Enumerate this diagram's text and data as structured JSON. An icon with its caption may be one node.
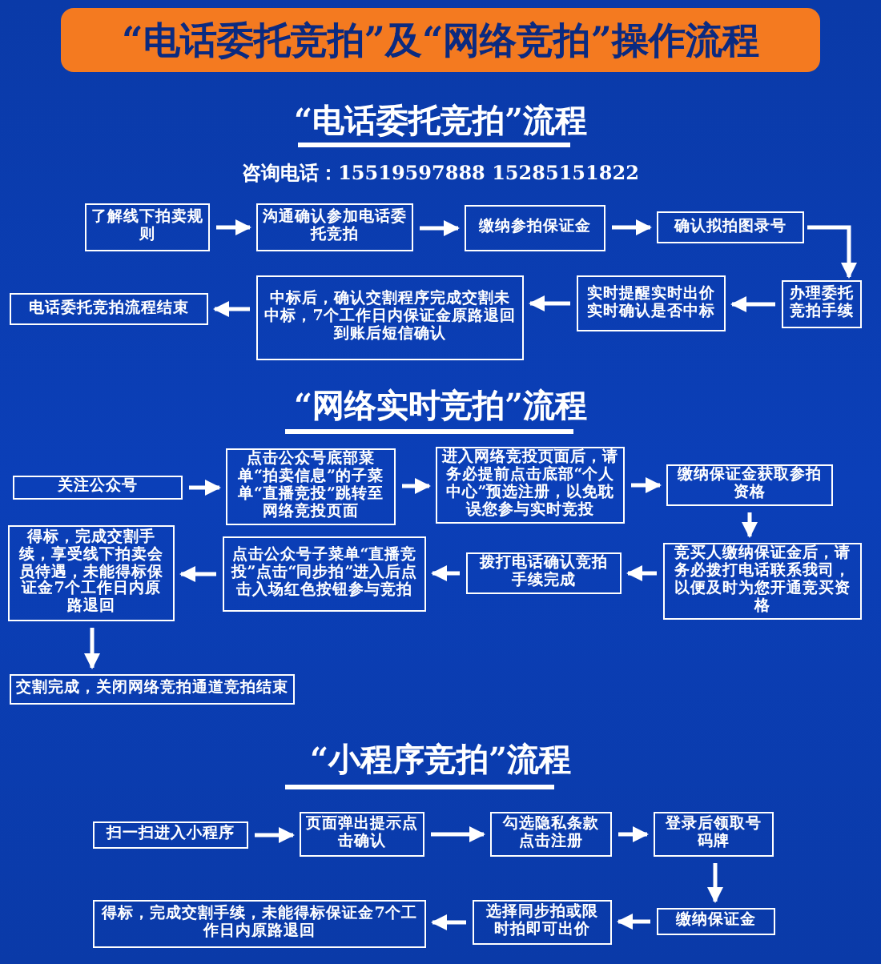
{
  "diagram": {
    "title": "“电话委托竞拍”及“网络竞拍”操作流程",
    "nodes": [
      {
        "text": [
          "了解线下拍卖规则"
        ]
      },
      {
        "text": [
          "沟通确认参加电话委托竞拍"
        ]
      },
      {
        "text": [
          "缴纳参拍保证金"
        ]
      },
      {
        "text": [
          "确认拟拍图录号"
        ]
      },
      {
        "text": [
          "办理委托竞拍手续"
        ]
      },
      {
        "text": [
          "实时提醒实时出价实时确认是否中标"
        ]
      },
      {
        "text": [
          "中标后，确认交割程序完成交割未中标，7个工作日内保证金原路退回到账后短信确认"
        ]
      },
      {
        "text": [
          "电话委托竞拍流程结束"
        ]
      },
      {
        "text": [
          "关注公众号"
        ]
      },
      {
        "text": [
          "点击公众号底部菜单“拍卖信息”的子菜单“直播竞投”跳转至网络竞投页面"
        ]
      },
      {
        "text": [
          "进入网络竞投页面后，请务必提前点击底部“个人中心”预选注册，以免耽误您参与实时竞投"
        ]
      },
      {
        "text": [
          "缴纳保证金获取参拍资格"
        ]
      },
      {
        "text": [
          "竞买人缴纳保证金后，请务必拨打电话联系我司，以便及时为您开通竞买资格"
        ]
      },
      {
        "text": [
          "拨打电话确认竞拍手续完成"
        ]
      },
      {
        "text": [
          "点击公众号子菜单“直播竞投”点击“同步拍”进入后点击入场红色按钮参与竞拍"
        ]
      },
      {
        "text": [
          "得标，完成交割手续，享受线下拍卖会员待遇，未能得标保证金7个工作日内原路退回"
        ]
      },
      {
        "text": [
          "交割完成，关闭网络竞拍通道竞拍结束"
        ]
      },
      {
        "text": [
          "扫一扫进入小程序"
        ]
      },
      {
        "text": [
          "页面弹出提示点击确认"
        ]
      },
      {
        "text": [
          "勾选隐私条款点击注册"
        ]
      },
      {
        "text": [
          "登录后领取号码牌"
        ]
      },
      {
        "text": [
          "缴纳保证金"
        ]
      },
      {
        "text": [
          "选择同步拍或限时拍即可出价"
        ]
      },
      {
        "text": [
          "得标，完成交割手续，未能得标保证金7个工作日内原路退回"
        ]
      }
    ],
    "edges": [
      {
        "from": 0,
        "to": 1,
        "arrow": "to"
      },
      {
        "from": 1,
        "to": 2,
        "arrow": "to"
      },
      {
        "from": 2,
        "to": 3,
        "arrow": "to"
      },
      {
        "from": 3,
        "to": 4,
        "arrow": "to"
      },
      {
        "from": 4,
        "to": 5,
        "arrow": "to"
      },
      {
        "from": 5,
        "to": 6,
        "arrow": "to"
      },
      {
        "from": 6,
        "to": 7,
        "arrow": "to"
      },
      {
        "from": 8,
        "to": 9,
        "arrow": "to"
      },
      {
        "from": 9,
        "to": 10,
        "arrow": "to"
      },
      {
        "from": 10,
        "to": 11,
        "arrow": "to"
      },
      {
        "from": 11,
        "to": 12,
        "arrow": "to"
      },
      {
        "from": 12,
        "to": 13,
        "arrow": "to"
      },
      {
        "from": 13,
        "to": 14,
        "arrow": "to"
      },
      {
        "from": 14,
        "to": 15,
        "arrow": "to"
      },
      {
        "from": 15,
        "to": 16,
        "arrow": "to"
      },
      {
        "from": 17,
        "to": 18,
        "arrow": "to"
      },
      {
        "from": 18,
        "to": 19,
        "arrow": "to"
      },
      {
        "from": 19,
        "to": 20,
        "arrow": "to"
      },
      {
        "from": 20,
        "to": 21,
        "arrow": "to"
      },
      {
        "from": 21,
        "to": 22,
        "arrow": "to"
      },
      {
        "from": 22,
        "to": 23,
        "arrow": "to"
      }
    ],
    "labels": [
      "“电话委托竞拍”流程",
      "咨询电话：15519597888 15285151822",
      "“网络实时竞拍”流程",
      "“小程序竞拍”流程"
    ]
  }
}
